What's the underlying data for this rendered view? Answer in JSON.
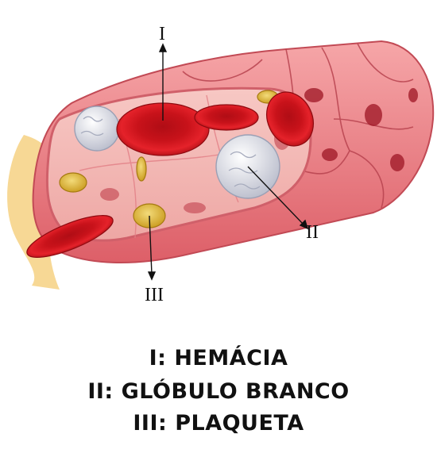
{
  "callouts": {
    "i": "I",
    "ii": "II",
    "iii": "III"
  },
  "legend": [
    "I: HEMÁCIA",
    "II: GLÓBULO BRANCO",
    "III: PLAQUETA"
  ],
  "colors": {
    "vessel_outer": "#e8737a",
    "vessel_inner": "#f4b3b0",
    "red_cell": "#d8161e",
    "platelet": "#e5c24a",
    "white_cell": "#e9eaf2",
    "fat": "#f6d48a"
  }
}
